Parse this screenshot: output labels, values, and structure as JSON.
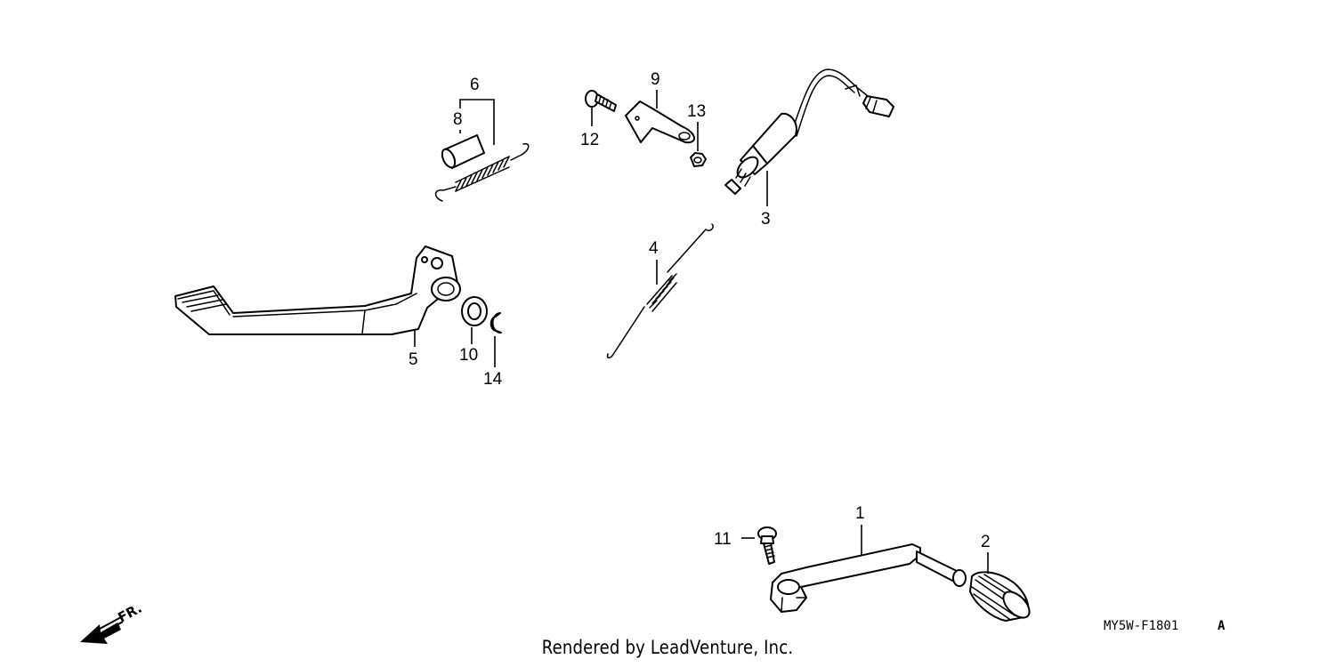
{
  "callouts": {
    "c1": "1",
    "c2": "2",
    "c3": "3",
    "c4": "4",
    "c5": "5",
    "c6": "6",
    "c8": "8",
    "c9": "9",
    "c10": "10",
    "c11": "11",
    "c12": "12",
    "c13": "13",
    "c14": "14"
  },
  "direction": {
    "label": "FR."
  },
  "diagram_code": {
    "code": "MY5W-F1801",
    "suffix": "A"
  },
  "footer": {
    "text": "Rendered by LeadVenture, Inc."
  }
}
